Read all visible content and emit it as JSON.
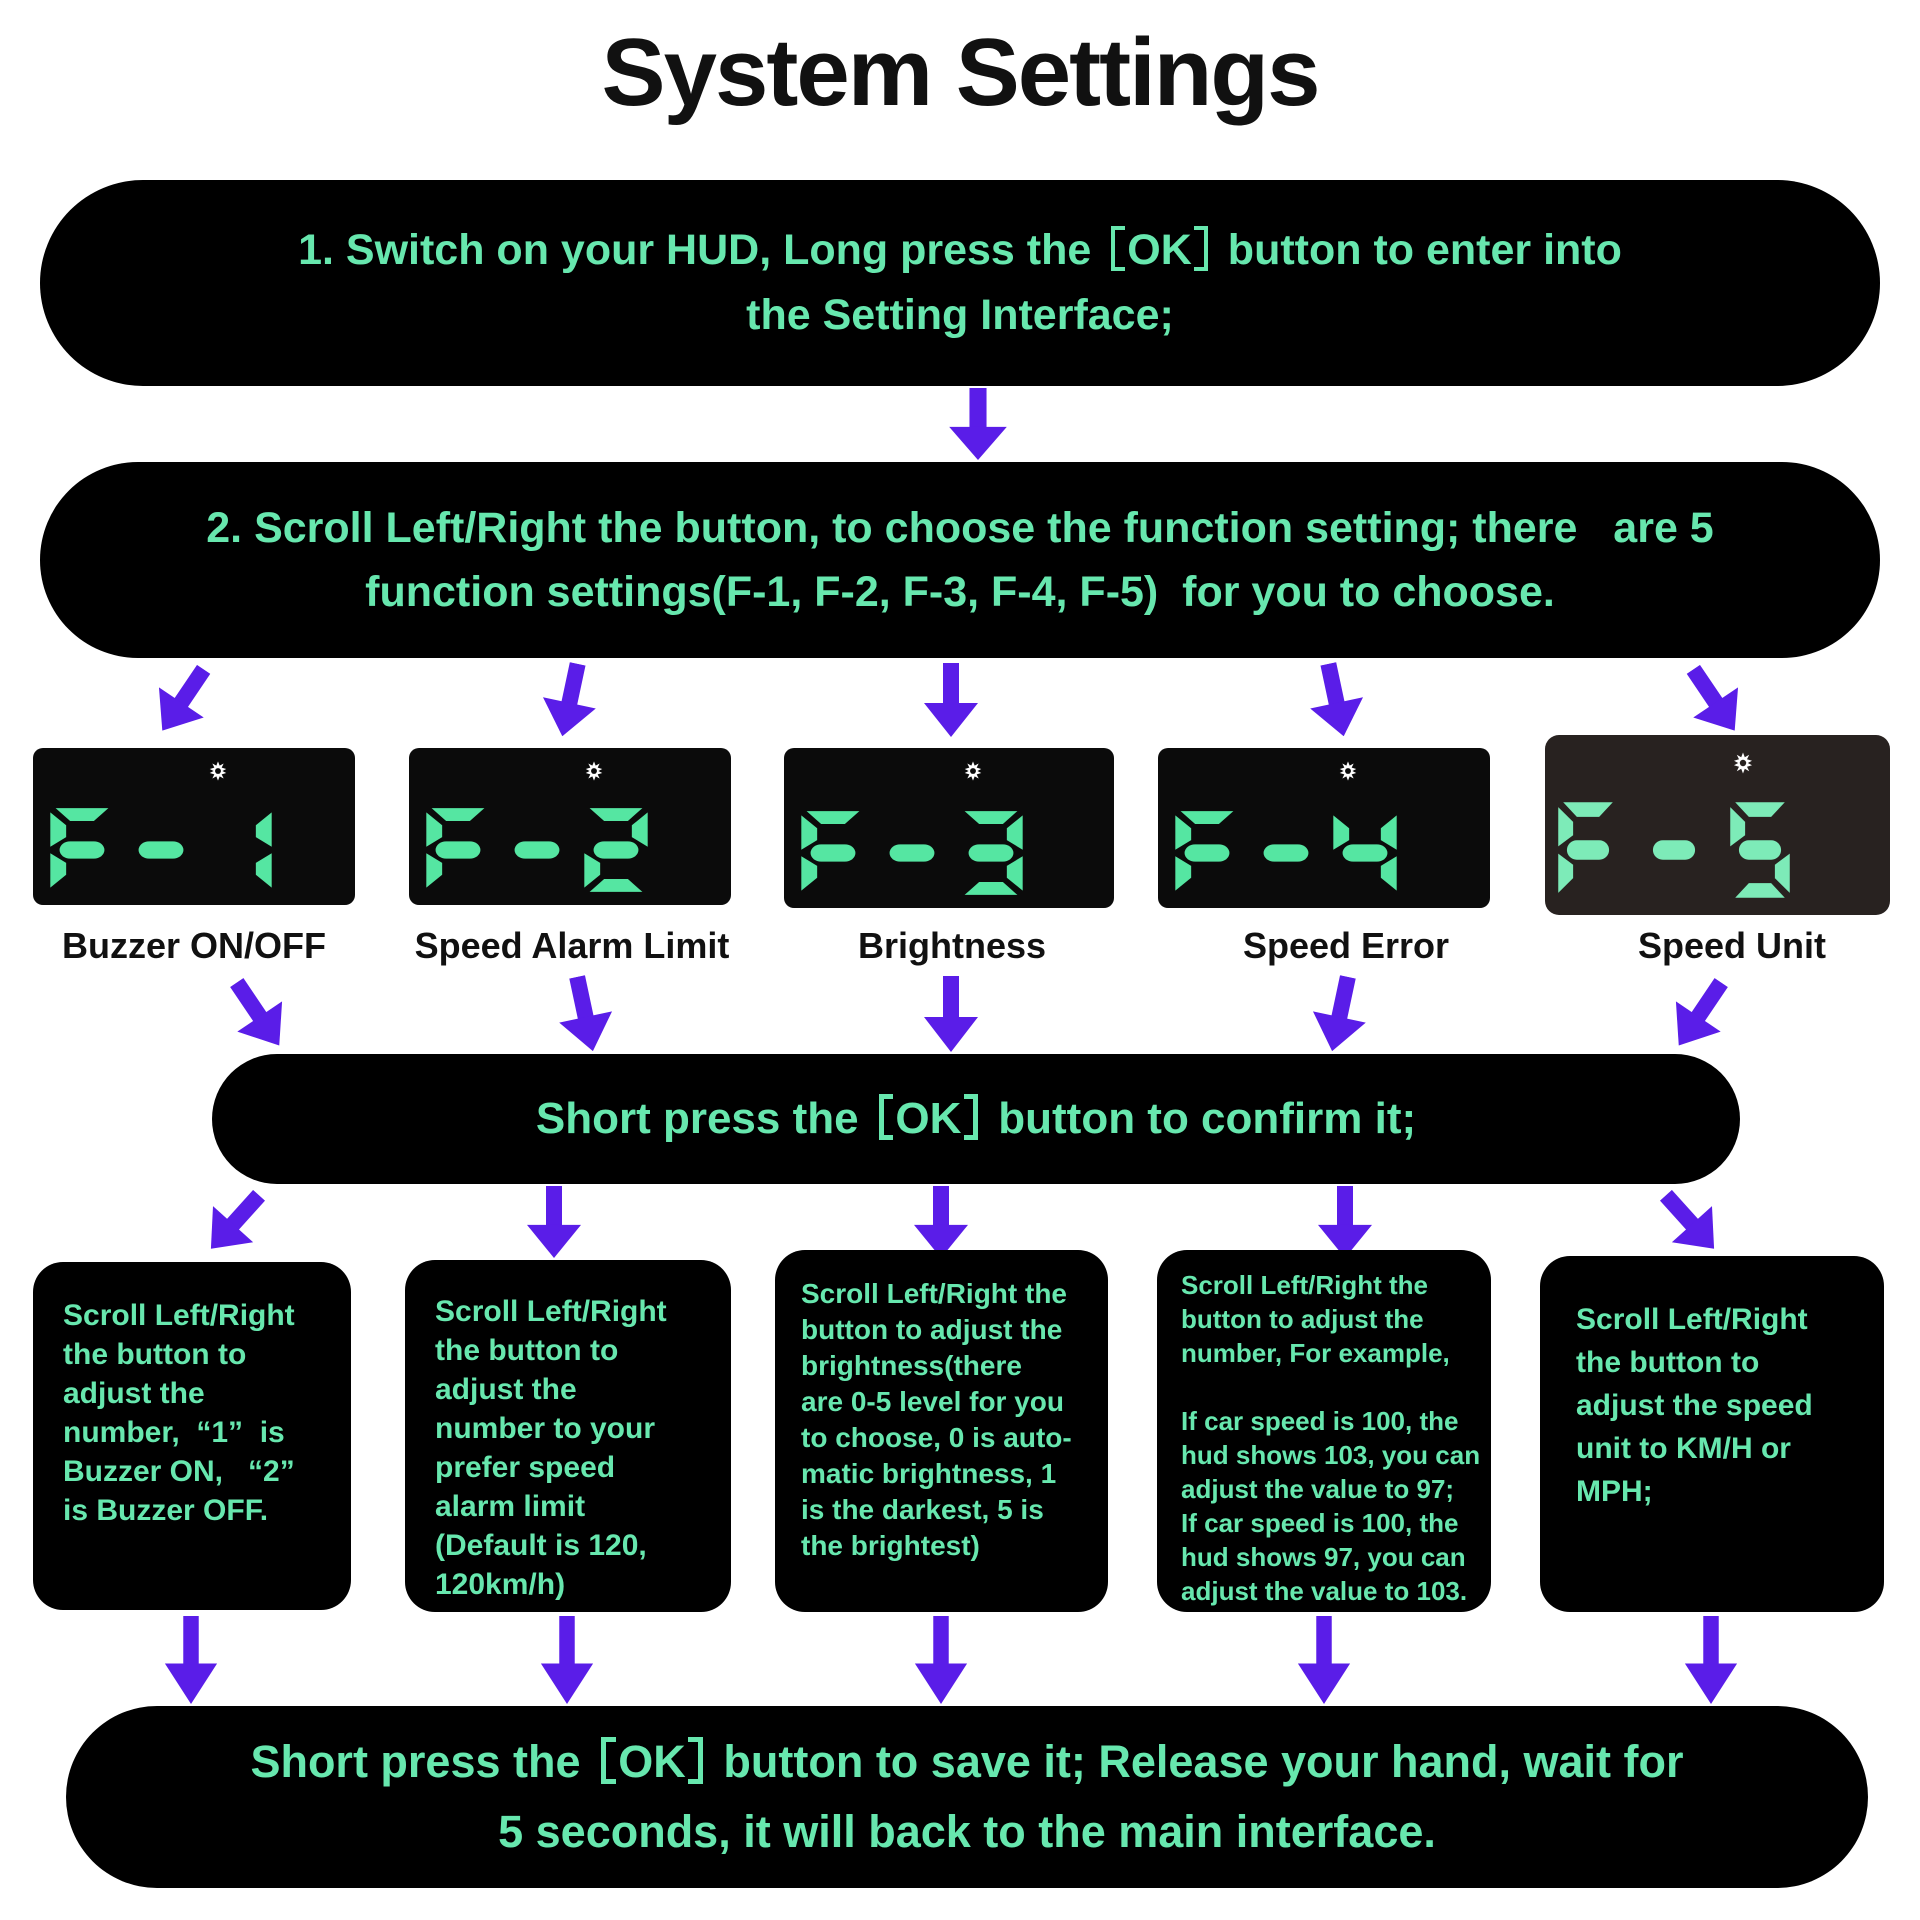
{
  "title": "System Settings",
  "colors": {
    "green_text": "#67e7ae",
    "segment_green": "#55e6a2",
    "segment_green_light": "#7debb8",
    "arrow_purple": "#5a1de8",
    "display_bg": "#0b0b0b",
    "display5_bg": "#282220",
    "panel_bg": "#000000",
    "title_color": "#111111",
    "label_color": "#111111"
  },
  "pills": {
    "step1": {
      "text": "1. Switch on your HUD, Long press the 【OK】 button to enter into\nthe Setting Interface;",
      "pre": "1. Switch on your HUD, Long press the ",
      "key": "OK",
      "post": " button to enter into\nthe Setting Interface;"
    },
    "step2": {
      "text": "2. Scroll Left/Right the button, to choose the function setting; there   are 5\nfunction settings(F-1, F-2, F-3, F-4, F-5)  for you to choose."
    },
    "confirm": {
      "text": "Short press the 【OK】 button to confirm it;",
      "pre": "Short press the ",
      "key": "OK",
      "post": " button to confirm it;"
    },
    "save": {
      "text": "Short press the 【OK】 button to save it; Release your hand, wait for\n5 seconds, it will back to the main interface.",
      "pre": "Short press the ",
      "key": "OK",
      "post": " button to save it; Release your hand, wait for\n5 seconds, it will back to the main interface."
    }
  },
  "functions": [
    {
      "display": "F-1",
      "label": "Buzzer ON/OFF",
      "detail": "Scroll Left/Right\nthe button to\nadjust the\nnumber,  “1”  is\nBuzzer ON,   “2”\nis Buzzer OFF."
    },
    {
      "display": "F-2",
      "label": "Speed Alarm Limit",
      "detail": "Scroll Left/Right\nthe button to\nadjust the\nnumber to your\nprefer speed\nalarm limit\n(Default is 120,\n120km/h)"
    },
    {
      "display": "F-3",
      "label": "Brightness",
      "detail": "Scroll Left/Right the\nbutton to adjust the\nbrightness(there\nare 0-5 level for you\nto choose, 0 is auto-\nmatic brightness, 1\nis the darkest, 5 is\nthe brightest)"
    },
    {
      "display": "F-4",
      "label": "Speed Error",
      "detail": "Scroll Left/Right the\nbutton to adjust the\nnumber, For example,\n\nIf car speed is 100, the\nhud shows 103, you can\nadjust the value to 97;\nIf car speed is 100, the\nhud shows 97, you can\nadjust the value to 103."
    },
    {
      "display": "F-5",
      "label": "Speed Unit",
      "detail": "Scroll Left/Right\nthe button to\nadjust the speed\nunit to KM/H or\nMPH;"
    }
  ],
  "icons": {
    "gear": "gear-icon",
    "arrow": "arrow-down-icon"
  }
}
